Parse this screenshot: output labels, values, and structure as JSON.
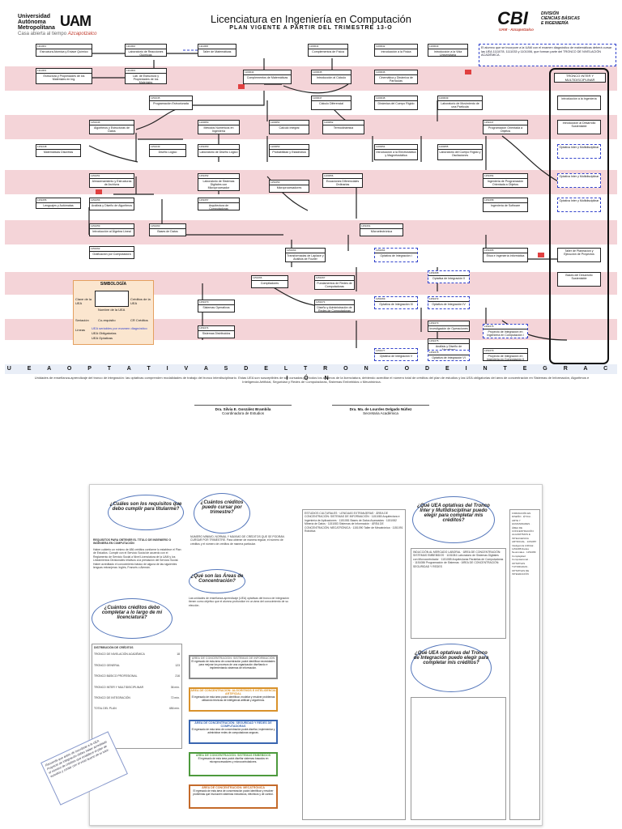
{
  "header": {
    "uni_line1": "Universidad",
    "uni_line2": "Autónoma",
    "uni_line3": "Metropolitana",
    "uni_logo": "UAM",
    "uni_motto_a": "Casa abierta al tiempo",
    "uni_motto_b": "Azcapotzalco",
    "title": "Licenciatura en Ingeniería en Computación",
    "plan": "PLAN VIGENTE A PARTIR DEL TRIMESTRE 13-O",
    "cbi_logo": "CBI",
    "cbi_line1": "DIVISIÓN",
    "cbi_line2": "CIENCIAS BÁSICAS",
    "cbi_line3": "E INGENIERÍA",
    "cbi_tag": "UAM · Azcapotzalco"
  },
  "courses": [
    {
      "code": "1111001",
      "name": "Estructura Atómica y Enlace Químico"
    },
    {
      "code": "1111002",
      "name": "Laboratorio de Reacciones Químicas"
    },
    {
      "code": "1111006",
      "name": "Taller de Matemáticas"
    },
    {
      "code": "1100041",
      "name": "Complementos de Física"
    },
    {
      "code": "1100042",
      "name": "Introducción a la Física"
    },
    {
      "code": "1100043",
      "name": "Introducción a la Vida Universitaria"
    },
    {
      "code": "1111003",
      "name": "Estructura y Propiedades de los Materiales en Ing."
    },
    {
      "code": "1111004",
      "name": "Lab. de Estructura y Propiedades de los Materiales"
    },
    {
      "code": "1100044",
      "name": "Complementos de Matemáticas"
    },
    {
      "code": "1100045",
      "name": "Introducción al Cálculo"
    },
    {
      "code": "1100046",
      "name": "Cinemática y Dinámica de Partículas"
    },
    {
      "code": "1151045",
      "name": "Programación Estructurada"
    },
    {
      "code": "1100047",
      "name": "Cálculo Diferencial"
    },
    {
      "code": "1100048",
      "name": "Dinámica del Cuerpo Rígido"
    },
    {
      "code": "1100049",
      "name": "Laboratorio de Movimiento de una Partícula"
    },
    {
      "code": "1151046",
      "name": "Algoritmos y Estructuras de Datos"
    },
    {
      "code": "1100050",
      "name": "Métodos Numéricos en Ingeniería"
    },
    {
      "code": "1100051",
      "name": "Cálculo Integral"
    },
    {
      "code": "1100052",
      "name": "Termodinámica"
    },
    {
      "code": "1151047",
      "name": "Programación Orientada a Objetos"
    },
    {
      "code": "1151048",
      "name": "Matemáticas Discretas"
    },
    {
      "code": "1151049",
      "name": "Diseño Lógico"
    },
    {
      "code": "1151050",
      "name": "Laboratorio de Diseño Lógico"
    },
    {
      "code": "1100053",
      "name": "Probabilidad y Estadística"
    },
    {
      "code": "1100054",
      "name": "Introducción a la Electrostática y Magnetostática"
    },
    {
      "code": "1100055",
      "name": "Laboratorio del Cuerpo Rígido y Oscilaciones"
    },
    {
      "code": "1151051",
      "name": "Almacenamiento y Estructuras de Archivos"
    },
    {
      "code": "1151052",
      "name": "Laboratorio de Sistemas Digitales con Microprocesador"
    },
    {
      "code": "1151053",
      "name": "Microprocesadores"
    },
    {
      "code": "1100056",
      "name": "Ecuaciones Diferenciales Ordinarias"
    },
    {
      "code": "1151054",
      "name": "Ingeniería de Programación Orientada a Objetos"
    },
    {
      "code": "1151055",
      "name": "Lenguajes y Autómatas"
    },
    {
      "code": "1151056",
      "name": "Análisis y Diseño de Algoritmos"
    },
    {
      "code": "1151057",
      "name": "Arquitectura de Computadoras"
    },
    {
      "code": "1151058",
      "name": "Ingeniería de Software"
    },
    {
      "code": "1151059",
      "name": "Introducción al Álgebra Lineal"
    },
    {
      "code": "1151060",
      "name": "Bases de Datos"
    },
    {
      "code": "1151061",
      "name": "Microelectrónica"
    },
    {
      "code": "1151062",
      "name": "Graficación por Computadora"
    },
    {
      "code": "1151063",
      "name": "Transformadas de Laplace y Análisis de Fourier"
    },
    {
      "code": "1151064",
      "name": "Optativa de Integración I"
    },
    {
      "code": "1151065",
      "name": "Ética e Ingeniería Informática"
    },
    {
      "code": "1151066",
      "name": "Compiladores"
    },
    {
      "code": "1151067",
      "name": "Fundamentos de Redes de Computadoras"
    },
    {
      "code": "1151068",
      "name": "Optativa de Integración II"
    },
    {
      "code": "1151069",
      "name": "Optativa de Integración III"
    },
    {
      "code": "1151070",
      "name": "Sistemas Operativos"
    },
    {
      "code": "1151071",
      "name": "Diseño y Administración de Redes de Computadoras"
    },
    {
      "code": "1151072",
      "name": "Optativa de Integración IV"
    },
    {
      "code": "1151073",
      "name": "Investigación de Operaciones I"
    },
    {
      "code": "1151074",
      "name": "Sistemas Distribuidos"
    },
    {
      "code": "1151075",
      "name": "Análisis y Diseño de Algoritmos"
    },
    {
      "code": "1151076",
      "name": "Proyecto de Integración en Ingeniería en Computación I"
    },
    {
      "code": "1151077",
      "name": "Optativa de Integración V"
    },
    {
      "code": "1151078",
      "name": "Optativa de Integración VI"
    },
    {
      "code": "1151079",
      "name": "Proyecto de Integración en Ingeniería en Computación II"
    }
  ],
  "trunk": {
    "title": "TRONCO INTER Y MULTIDISCIPLINAR",
    "items": [
      "Introducción a la Ingeniería",
      "Introducción al Desarrollo Sustentable",
      "Optativa Inter y Multidisciplinar",
      "Optativa Inter y Multidisciplinar",
      "Optativa Inter y Multidisciplinar",
      "Taller de Planeación y Ejecución de Proyectos",
      "Bases del Desarrollo Sustentable"
    ]
  },
  "notice": "El alumno que se incorpore a la UAM con el examen diagnóstico de matemáticas deberá cursar las UEA 1111078, 1111033 y 1101006, que forman parte del TRONCO DE NIVELACIÓN ACADÉMICA.",
  "legend": {
    "title": "SIMBOLOGÍA",
    "clave": "Clave de la UEA",
    "creditos": "Créditos de la UEA",
    "nombre": "Nombre de la UEA",
    "seriacion": "Seriación",
    "corequisito": "Co-requisito",
    "cr": "CR Créditos",
    "lineas": "Líneas",
    "l1": "UEA seriables por examen diagnóstico",
    "l2": "UEA Obligatorias",
    "l3": "UEA Optativas"
  },
  "uea_band": "U E A   O P T A T I V A S   D E L   T R O N C O   D E   I N T E G R A C I Ó N",
  "uea_paragraph": "Unidades de enseñanza-aprendizaje del tronco de integración: las optativas comprenden modalidades de trabajo del tronco interdisciplinario. Estas UEA son susceptibles de ser cursadas por todos los alumnos de la licenciatura, debiendo acreditar el número total de créditos del plan de estudios y las UEA obligatorias del área de concentración en Sistemas de Información, Algoritmos e Inteligencia Artificial, Seguridad y Redes de Computadoras, Sistemas Embebidos o Mecatrónica.",
  "signatures": [
    {
      "name": "Dra. Silvia E. González Brambila",
      "role": "Coordinadora de Estudios"
    },
    {
      "name": "Dra. Ma. de Lourdes Delgado Núñez",
      "role": "Secretaria Académica"
    }
  ],
  "bottom": {
    "q1": "¿Cuáles son los requisitos que debo cumplir para titularme?",
    "q2": "¿Cuántos créditos puedo cursar por trimestre?",
    "q3": "¿Qué son las Áreas de Concentración?",
    "q4": "¿Cuántos créditos debo completar a lo largo de mi licenciatura?",
    "q5": "¿Qué UEA optativas del Tronco Inter y Multidisciplinar puedo elegir para completar mis créditos?",
    "q6": "¿Qué UEA optativas del Tronco de Integración puedo elegir para completar mis créditos?",
    "req_title": "REQUISITOS PARA OBTENER EL TÍTULO DE INGENIERO O INGENIERA EN COMPUTACIÓN",
    "req_text": "Haber cubierto un mínimo de 486 créditos conforme lo establece el Plan de Estudios. Cumplir con el Servicio Social de acuerdo con el Reglamento de Servicio Social a Nivel Licenciatura de la UAM y los Lineamientos Divisionales relativos a la prestación del Servicio Social. Haber acreditado el conocimiento básico de alguna de las siguientes lenguas extranjeras: Inglés, Francés o Alemán.",
    "creditos_text": "NÚMERO MÍNIMO, NORMAL Y MÁXIMO DE CRÉDITOS QUE SE PODRÁN CURSAR POR TRIMESTRE. Para obtener de manera regular, el número de créditos y el número de créditos de manera particular.",
    "areas_text": "Las unidades de enseñanza-aprendizaje (UEA) optativas del tronco de integración tienen como objetivo que el alumno profundice en un área del conocimiento de su elección.",
    "dist_title": "DISTRIBUCIÓN DE CRÉDITOS",
    "dist": [
      {
        "label": "TRONCO DE NIVELACIÓN ACADÉMICA",
        "value": "18"
      },
      {
        "label": "TRONCO GENERAL",
        "value": "123"
      },
      {
        "label": "TRONCO BÁSICO PROFESIONAL",
        "value": "216"
      },
      {
        "label": "TRONCO INTER Y MULTIDISCIPLINAR",
        "value": "36 mín."
      },
      {
        "label": "TRONCO DE INTEGRACIÓN",
        "value": "72 mín."
      },
      {
        "label": "TOTAL DEL PLAN",
        "value": "486 mín."
      }
    ],
    "areas": [
      {
        "title": "ÁREA DE CONCENTRACIÓN: SISTEMAS DE INFORMACIÓN",
        "text": "El egresado de esta área de concentración podrá identificar necesidades para mejorar los procesos de una organización diseñando e implementando sistemas de información.",
        "color": "#8a8a8a"
      },
      {
        "title": "ÁREA DE CONCENTRACIÓN: ALGORITMOS E INTELIGENCIA ARTIFICIAL",
        "text": "El egresado de esta área podrá identificar, modelar y resolver problemas utilizando técnicas de inteligencia artificial y algoritmos.",
        "color": "#d9922b"
      },
      {
        "title": "ÁREA DE CONCENTRACIÓN: SEGURIDAD Y REDES DE COMPUTADORAS",
        "text": "El egresado de esta área de concentración podrá diseñar, implementar y administrar redes de computadoras seguras.",
        "color": "#3a66b0"
      },
      {
        "title": "ÁREA DE CONCENTRACIÓN: SISTEMAS EMBEBIDOS",
        "text": "El egresado de esta área podrá diseñar sistemas basados en microprocesadores y microcontroladores.",
        "color": "#4d9a3d"
      },
      {
        "title": "ÁREA DE CONCENTRACIÓN: MECATRÓNICA",
        "text": "El egresado de esta área de concentración podrá identificar y resolver problemas que involucren sistemas mecánicos, eléctricos y de control.",
        "color": "#c46a2a"
      }
    ],
    "optativas_col1": "ESTUDIOS CULTURALES · LENGUAS EXTRANJERAS · ÁREA DE CONCENTRACIÓN: SISTEMAS DE INFORMACIÓN · 1151080 Arquitectura e Ingeniería de Aplicaciones · 1151081 Bases de Datos Avanzadas · 1151082 Minería de Datos · 1151083 Sistemas de Información · ÁREA DE CONCENTRACIÓN: MECATRÓNICA · 1151090 Taller de Mecatrónica · 1151091 Robótica",
    "optativas_col2": "INDUCCIÓN AL MERCADO LABORAL · ÁREA DE CONCENTRACIÓN: SISTEMAS EMBEBIDOS · 1151084 Laboratorio de Sistemas Digitales con Microcontrolador · 1151085 Arquitecturas Paralelas de Computadoras · 1151086 Programación de Sistemas · ÁREA DE CONCENTRACIÓN: SEGURIDAD Y REDES",
    "optativas_col3": "FORMACIÓN EN DISEÑO · ÉTICA · ARTE Y HUMANIDADES · ÁREA DE CONCENTRACIÓN: ALGORITMOS E INTELIGENCIA ARTIFICIAL · 1151087 Inteligencia Artificial · 1151088 Redes Neuronales · 1151089 Complejidad Computacional · OPTATIVAS TUTORIADAS · OPTATIVAS DE INTEGRACIÓN",
    "tilted_note": "Recuerda que antes de inscribirte a la UEA Proyecto de Integración debes haber acreditado el número de créditos que establece el plan de estudios y contar con el visto bueno de tu tutor."
  }
}
